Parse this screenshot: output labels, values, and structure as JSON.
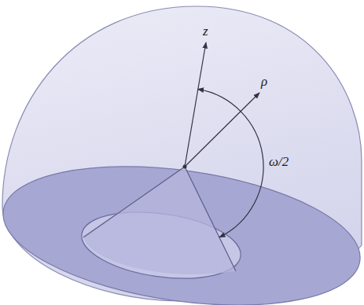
{
  "diagram": {
    "labels": [
      "z",
      "ρ",
      "ω/2"
    ]
  }
}
